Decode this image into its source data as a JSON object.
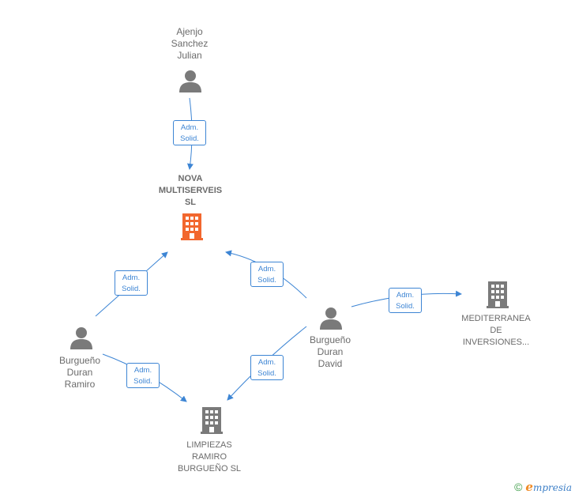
{
  "nodes": {
    "ajenjo": {
      "label": [
        "Ajenjo",
        "Sanchez",
        "Julian"
      ]
    },
    "nova": {
      "label": [
        "NOVA",
        "MULTISERVEIS",
        "SL"
      ]
    },
    "david": {
      "label": [
        "Burgueño",
        "Duran",
        "David"
      ]
    },
    "ramiro": {
      "label": [
        "Burgueño",
        "Duran",
        "Ramiro"
      ]
    },
    "mediterranea": {
      "label": [
        "MEDITERRANEA",
        "DE",
        "INVERSIONES..."
      ]
    },
    "limpiezas": {
      "label": [
        "LIMPIEZAS",
        "RAMIRO",
        "BURGUEÑO  SL"
      ]
    }
  },
  "edges": [
    {
      "from": "ajenjo",
      "to": "nova",
      "label": [
        "Adm.",
        "Solid."
      ]
    },
    {
      "from": "ramiro",
      "to": "nova",
      "label": [
        "Adm.",
        "Solid."
      ]
    },
    {
      "from": "david",
      "to": "nova",
      "label": [
        "Adm.",
        "Solid."
      ]
    },
    {
      "from": "david",
      "to": "mediterranea",
      "label": [
        "Adm.",
        "Solid."
      ]
    },
    {
      "from": "ramiro",
      "to": "limpiezas",
      "label": [
        "Adm.",
        "Solid."
      ]
    },
    {
      "from": "david",
      "to": "limpiezas",
      "label": [
        "Adm.",
        "Solid."
      ]
    }
  ],
  "colors": {
    "edge": "#3d85d4",
    "person": "#7a7a7a",
    "company": "#7a7a7a",
    "company_highlight": "#f2672e"
  },
  "brand": {
    "symbol": "©",
    "initial": "e",
    "rest": "mpresia"
  }
}
